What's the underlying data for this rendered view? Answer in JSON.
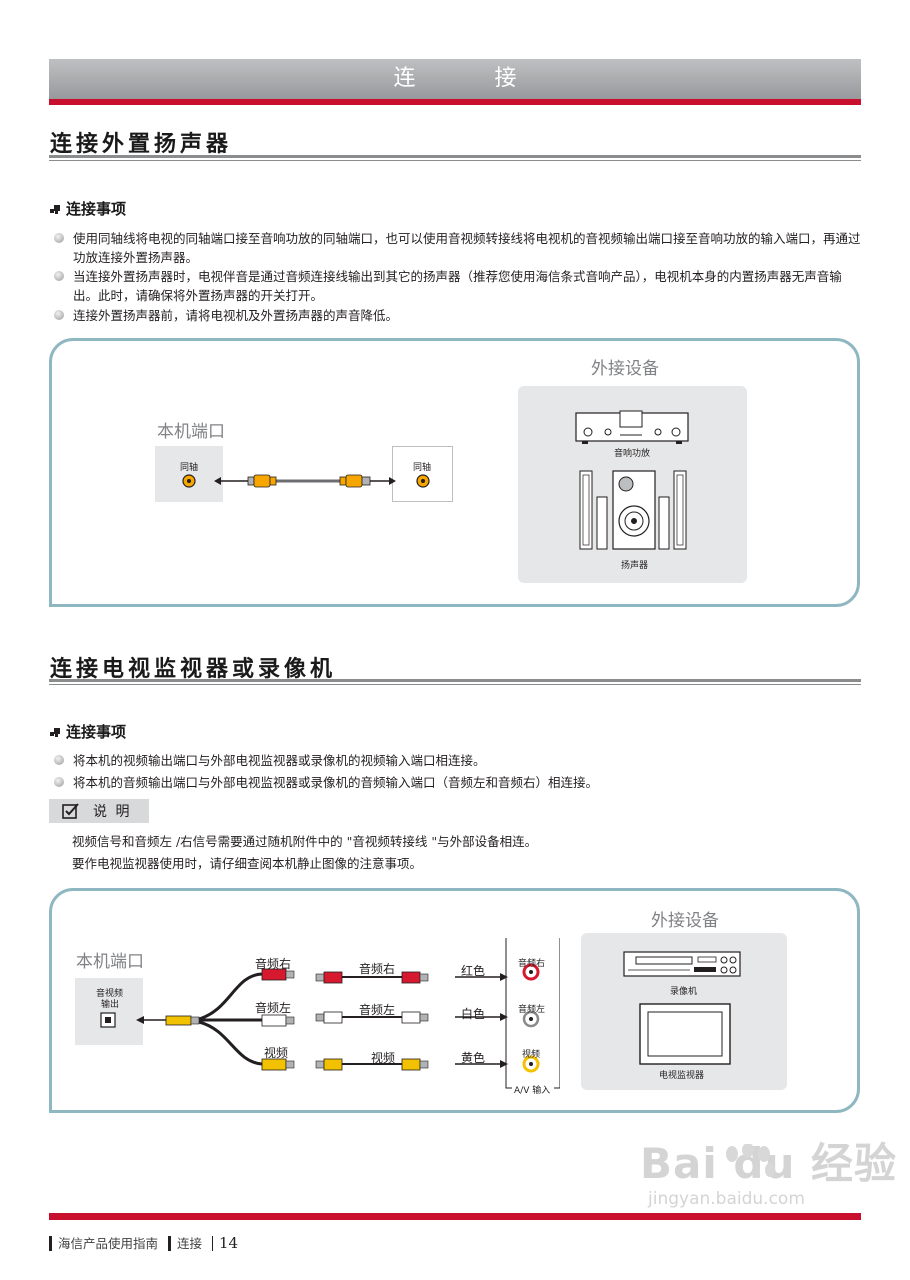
{
  "header": {
    "title": "连  接"
  },
  "section1": {
    "title": "连接外置扬声器",
    "subheading": "连接事项",
    "bullets": [
      "使用同轴线将电视的同轴端口接至音响功放的同轴端口，也可以使用音视频转接线将电视机的音视频输出端口接至音响功放的输入端口，再通过功放连接外置扬声器。",
      "当连接外置扬声器时，电视伴音是通过音频连接线输出到其它的扬声器（推荐您使用海信条式音响产品），电视机本身的内置扬声器无声音输出。此时，请确保将外置扬声器的开关打开。",
      "连接外置扬声器前，请将电视机及外置扬声器的声音降低。"
    ],
    "diagram": {
      "local_port_title": "本机端口",
      "local_port_label": "同轴",
      "remote_port_label": "同轴",
      "external_title": "外接设备",
      "amplifier_label": "音响功放",
      "speaker_label": "扬声器"
    }
  },
  "section2": {
    "title": "连接电视监视器或录像机",
    "subheading": "连接事项",
    "bullets": [
      "将本机的视频输出端口与外部电视监视器或录像机的视频输入端口相连接。",
      "将本机的音频输出端口与外部电视监视器或录像机的音频输入端口（音频左和音频右）相连接。"
    ],
    "note": {
      "badge": "说 明",
      "lines": [
        "视频信号和音频左 /右信号需要通过随机附件中的 \"音视频转接线 \"与外部设备相连。",
        "要作电视监视器使用时，请仔细查阅本机静止图像的注意事项。"
      ]
    },
    "diagram": {
      "local_port_title": "本机端口",
      "local_port_label_1": "音视频",
      "local_port_label_2": "输出",
      "split_labels": [
        "音频右",
        "音频左",
        "视频"
      ],
      "cable_labels": [
        "音频右",
        "音频左",
        "视频"
      ],
      "color_labels": [
        "红色",
        "白色",
        "黄色"
      ],
      "input_labels": [
        "音频右",
        "音频左",
        "视频"
      ],
      "av_input_label": "A/V 输入",
      "external_title": "外接设备",
      "vcr_label": "录像机",
      "monitor_label": "电视监视器"
    }
  },
  "footer": {
    "guide": "海信产品使用指南",
    "section": "连接",
    "page": "14"
  },
  "watermark": {
    "brand": "Bai  du 经验",
    "url": "jingyan.baidu.com"
  },
  "colors": {
    "accent_red": "#c8102e",
    "panel_border": "#8fb7c1",
    "cable_orange": "#f7a600",
    "rca_red": "#d7192f",
    "rca_yellow": "#f2c200"
  }
}
